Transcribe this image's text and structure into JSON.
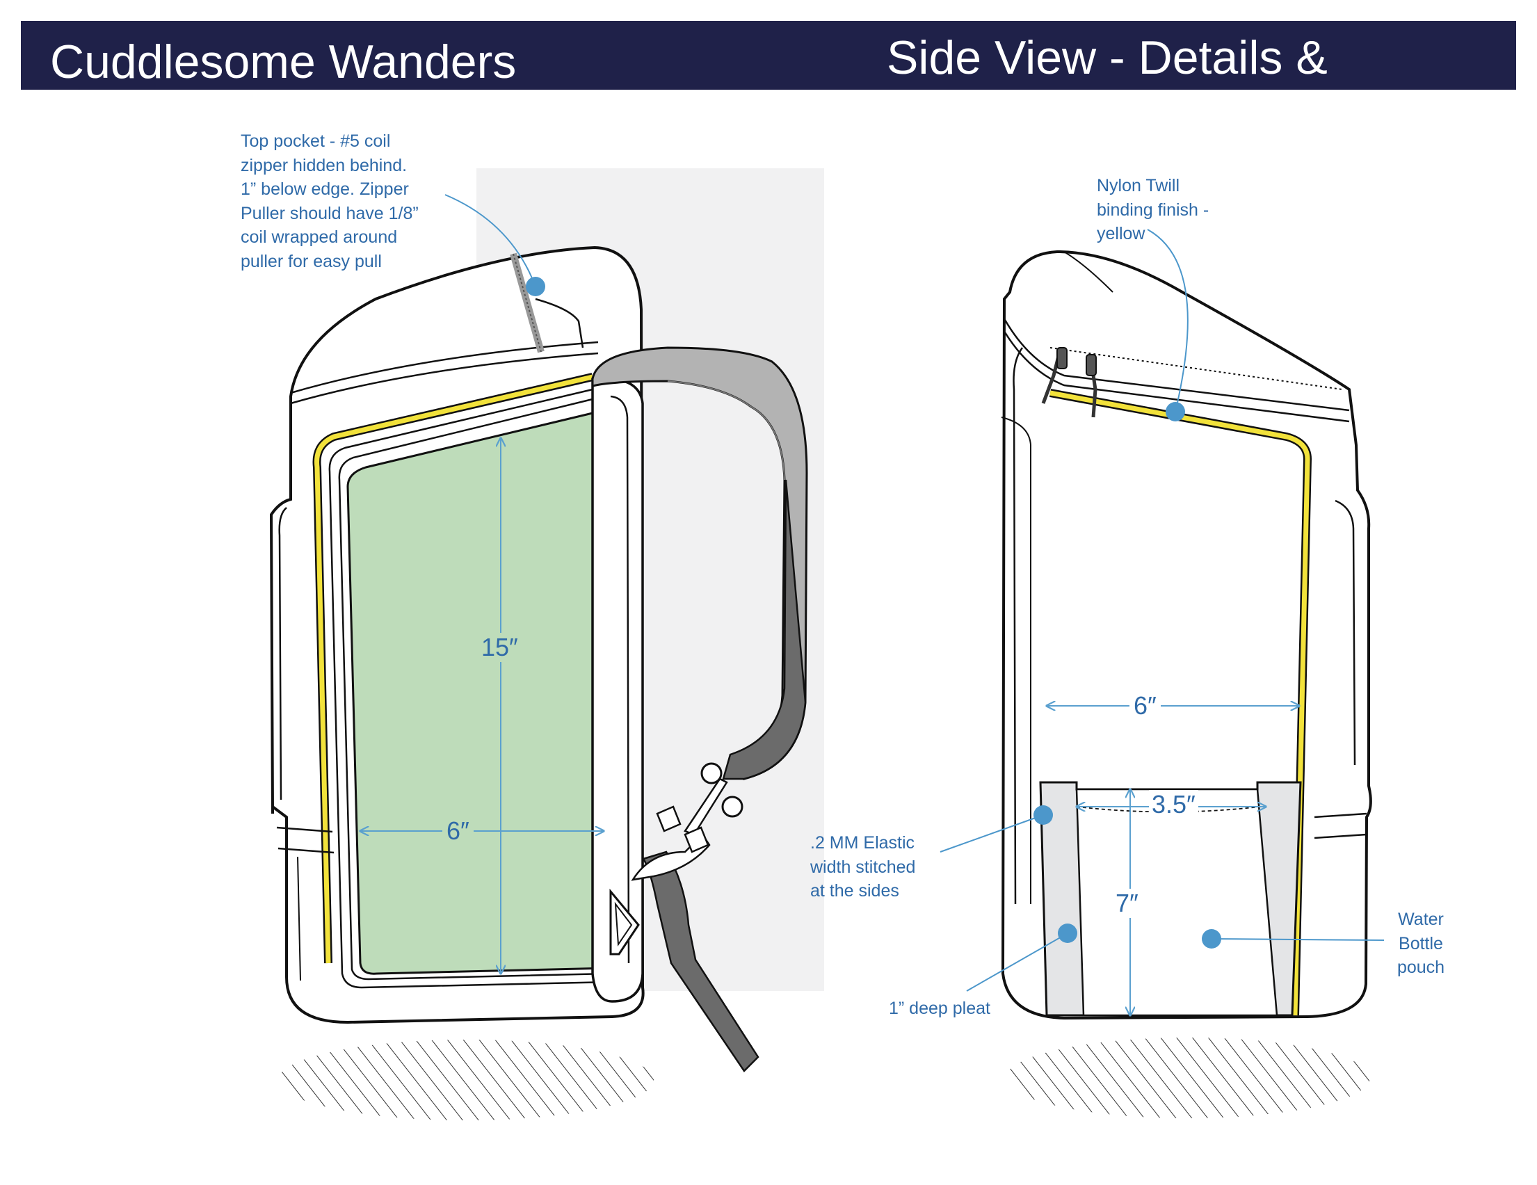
{
  "header": {
    "brand": "Cuddlesome Wanders",
    "title": "Side View - Details &"
  },
  "callouts": {
    "top_pocket": [
      "Top pocket - #5 coil",
      "zipper hidden behind.",
      "1” below edge. Zipper",
      "Puller should have 1/8”",
      "coil wrapped around",
      "puller for easy pull"
    ],
    "binding": [
      "Nylon Twill",
      "binding finish -",
      "yellow"
    ],
    "elastic": [
      ".2 MM Elastic",
      "width stitched",
      "at the sides"
    ],
    "pleat": [
      "1” deep pleat"
    ],
    "pouch": [
      "Water",
      "Bottle",
      "pouch"
    ]
  },
  "dimensions": {
    "left_height": "15″",
    "left_width": "6″",
    "right_width": "6″",
    "pouch_width": "3.5″",
    "pouch_height": "7″"
  },
  "colors": {
    "header_bg": "#1f2149",
    "callout_text": "#2f6aa8",
    "dimension_line": "#5aa0cf",
    "callout_dot": "#4c97cb",
    "zipper_yellow": "#f2e23b",
    "panel_green": "#bedcba",
    "strap_dark": "#6b6b6b",
    "strap_light": "#b3b3b3",
    "background_panel": "#f1f1f2"
  }
}
